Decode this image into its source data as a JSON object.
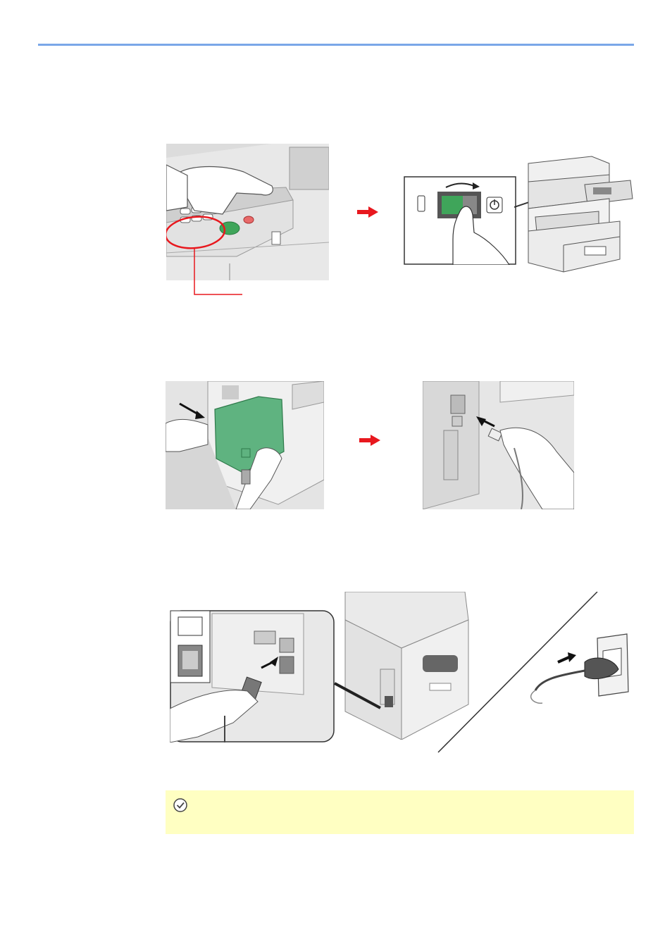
{
  "page": {
    "header_rule_color": "#7aa7e8",
    "accent_red": "#e8181e",
    "device_green": "#3fa55a",
    "panel_green": "#5fb380"
  },
  "steps": [
    {
      "id": "power-off",
      "icons": [
        "hand-pressing-power-key-icon",
        "red-arrow-right-icon",
        "main-power-switch-icon",
        "printer-illustration-icon"
      ]
    },
    {
      "id": "connect-usb",
      "icons": [
        "remove-interface-cover-icon",
        "red-arrow-right-icon",
        "usb-cable-insert-icon"
      ]
    },
    {
      "id": "connect-power",
      "icons": [
        "power-inlet-closeup-icon",
        "printer-rear-view-icon",
        "wall-outlet-plug-icon"
      ]
    }
  ],
  "note": {
    "icon": "check-circle-icon",
    "text": ""
  }
}
